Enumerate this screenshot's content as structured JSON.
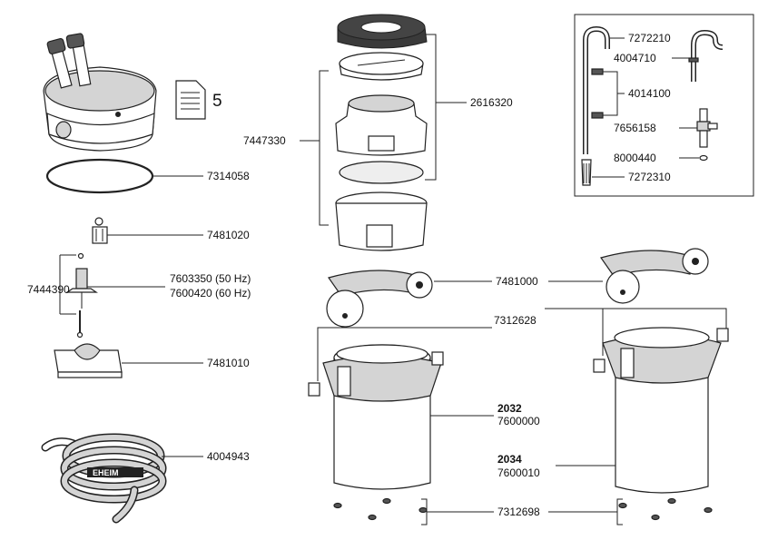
{
  "parts": {
    "doc_number": "5",
    "p7314058": "7314058",
    "p7481020": "7481020",
    "p7444390": "7444390",
    "p7603350": "7603350 (50 Hz)",
    "p7600420": "7600420 (60 Hz)",
    "p7481010": "7481010",
    "p4004943": "4004943",
    "p7447330": "7447330",
    "p2616320": "2616320",
    "p7481000": "7481000",
    "p7312628": "7312628",
    "p2032_model": "2032",
    "p2032_code": "7600000",
    "p2034_model": "2034",
    "p2034_code": "7600010",
    "p7312698": "7312698",
    "p7272210": "7272210",
    "p4004710": "4004710",
    "p4014100": "4014100",
    "p7656158": "7656158",
    "p8000440": "8000440",
    "p7272310": "7272310"
  },
  "hose_print": "EHEIM"
}
